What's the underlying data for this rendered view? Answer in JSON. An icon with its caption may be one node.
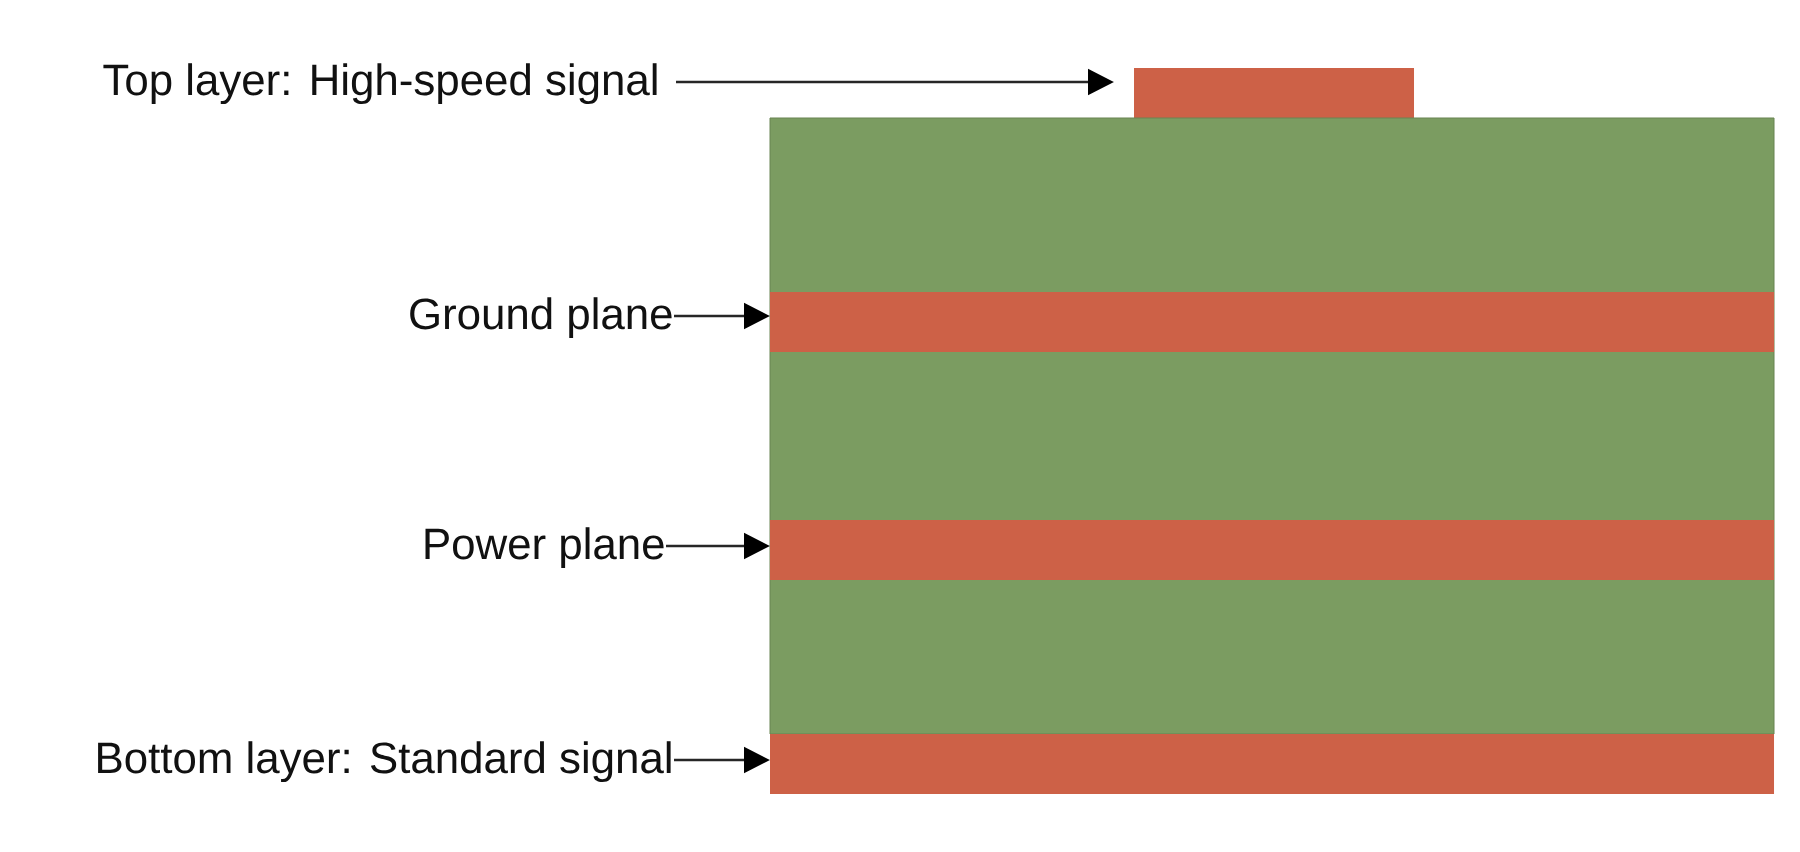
{
  "diagram": {
    "nodes": [
      {
        "text": [
          "Top layer: High-speed signal"
        ]
      },
      {
        "text": [],
        "shape": "bar"
      },
      {
        "text": [],
        "shape": "box"
      },
      {
        "text": [
          "Ground plane"
        ]
      },
      {
        "text": [],
        "shape": "bar",
        "in": 2
      },
      {
        "text": [
          "Power plane"
        ]
      },
      {
        "text": [],
        "shape": "bar",
        "in": 2
      },
      {
        "text": [
          "Bottom layer: Standard signal"
        ]
      },
      {
        "text": [],
        "shape": "bar"
      }
    ],
    "edges": [
      {
        "from": 0,
        "to": 1,
        "arrow": "to"
      },
      {
        "from": 3,
        "to": 4,
        "arrow": "to"
      },
      {
        "from": 5,
        "to": 6,
        "arrow": "to"
      },
      {
        "from": 7,
        "to": 8,
        "arrow": "to"
      }
    ]
  }
}
